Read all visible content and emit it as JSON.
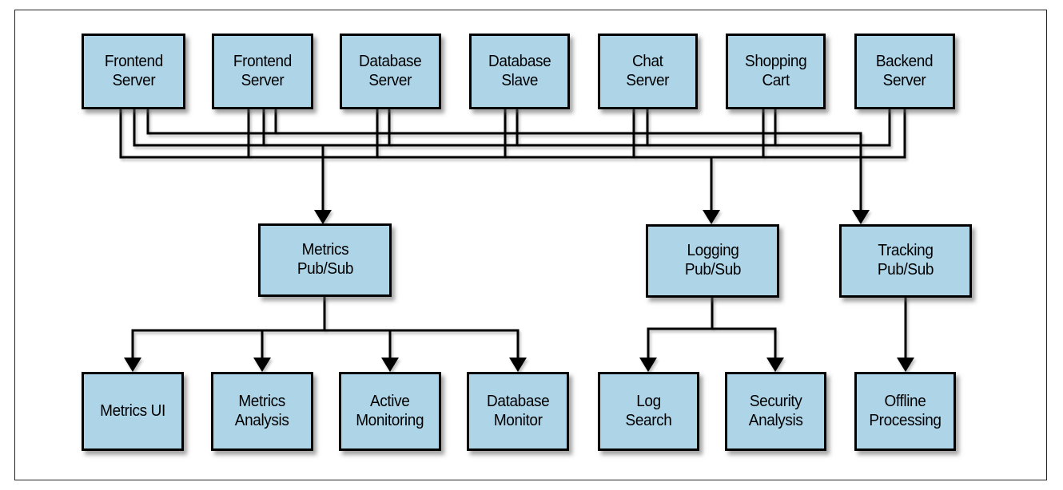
{
  "figure": {
    "type": "architecture-diagram",
    "description": "Log/event pub-sub pipeline: producer servers publish onto metrics, logging and tracking buses which feed Pub/Sub systems that fan out to consumer services",
    "colors": {
      "background": "#ffffff",
      "node_fill": "#aed4e8",
      "node_border": "#000000",
      "connector": "#000000",
      "frame_border": "#222222"
    }
  },
  "nodes": {
    "producers": [
      {
        "label": "Frontend\nServer"
      },
      {
        "label": "Frontend\nServer"
      },
      {
        "label": "Database\nServer"
      },
      {
        "label": "Database\nSlave"
      },
      {
        "label": "Chat\nServer"
      },
      {
        "label": "Shopping\nCart"
      },
      {
        "label": "Backend\nServer"
      }
    ],
    "pubsub": [
      {
        "label": "Metrics\nPub/Sub"
      },
      {
        "label": "Logging\nPub/Sub"
      },
      {
        "label": "Tracking\nPub/Sub"
      }
    ],
    "consumers": [
      {
        "label": "Metrics UI"
      },
      {
        "label": "Metrics\nAnalysis"
      },
      {
        "label": "Active\nMonitoring"
      },
      {
        "label": "Database\nMonitor"
      },
      {
        "label": "Log\nSearch"
      },
      {
        "label": "Security\nAnalysis"
      },
      {
        "label": "Offline\nProcessing"
      }
    ]
  },
  "topology": {
    "buses": [
      {
        "name": "tracking-bus",
        "publishers": [
          "Frontend Server",
          "Frontend Server"
        ],
        "delivers_to": "Tracking Pub/Sub"
      },
      {
        "name": "metrics-bus",
        "publishers": [
          "Frontend Server",
          "Frontend Server",
          "Database Server",
          "Database Slave",
          "Chat Server",
          "Shopping Cart",
          "Backend Server"
        ],
        "delivers_to": "Metrics Pub/Sub"
      },
      {
        "name": "logging-bus",
        "publishers": [
          "Frontend Server",
          "Frontend Server",
          "Database Server",
          "Database Slave",
          "Chat Server",
          "Shopping Cart",
          "Backend Server"
        ],
        "delivers_to": "Logging Pub/Sub"
      }
    ],
    "fanouts": [
      {
        "from": "Metrics Pub/Sub",
        "to": [
          "Metrics UI",
          "Metrics Analysis",
          "Active Monitoring",
          "Database Monitor"
        ]
      },
      {
        "from": "Logging Pub/Sub",
        "to": [
          "Log Search",
          "Security Analysis"
        ]
      },
      {
        "from": "Tracking Pub/Sub",
        "to": [
          "Offline Processing"
        ]
      }
    ]
  }
}
